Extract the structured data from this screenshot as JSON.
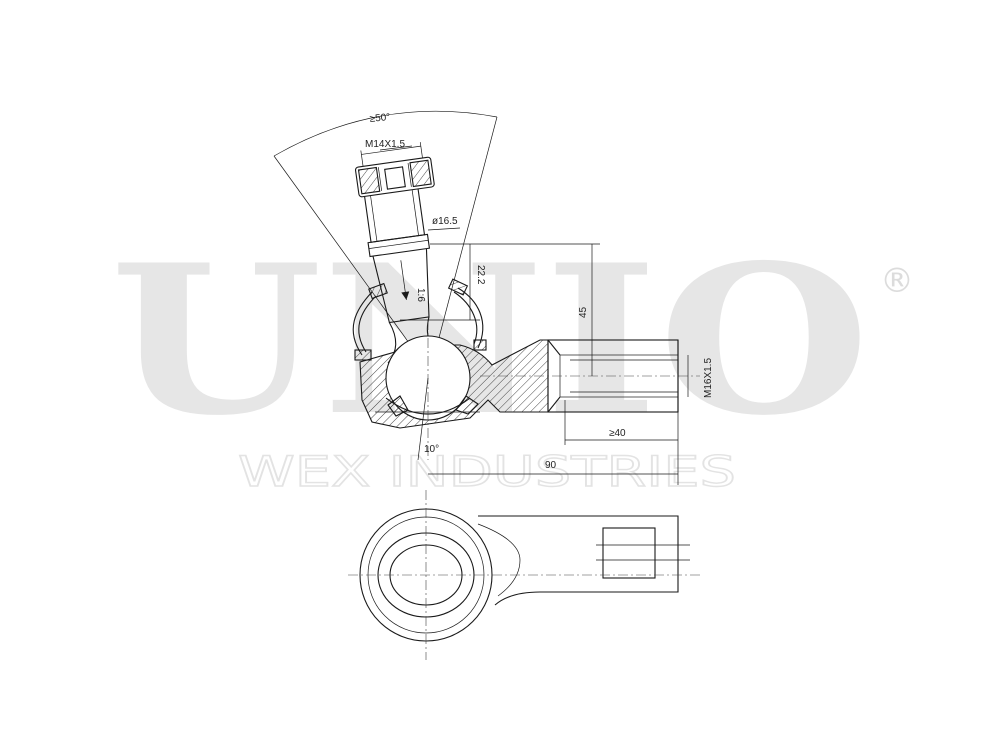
{
  "watermark": {
    "brand": "UNIO",
    "registered": "®",
    "company": "WEX INDUSTRIES"
  },
  "dimensions": {
    "angle_max": "≥50°",
    "stud_thread": "M14X1.5",
    "stud_diameter": "ø16.5",
    "height_small": "22.2",
    "taper": "1:6",
    "height_large": "45",
    "inner_thread": "M16X1.5",
    "thread_depth": "≥40",
    "tilt": "10°",
    "length": "90"
  }
}
